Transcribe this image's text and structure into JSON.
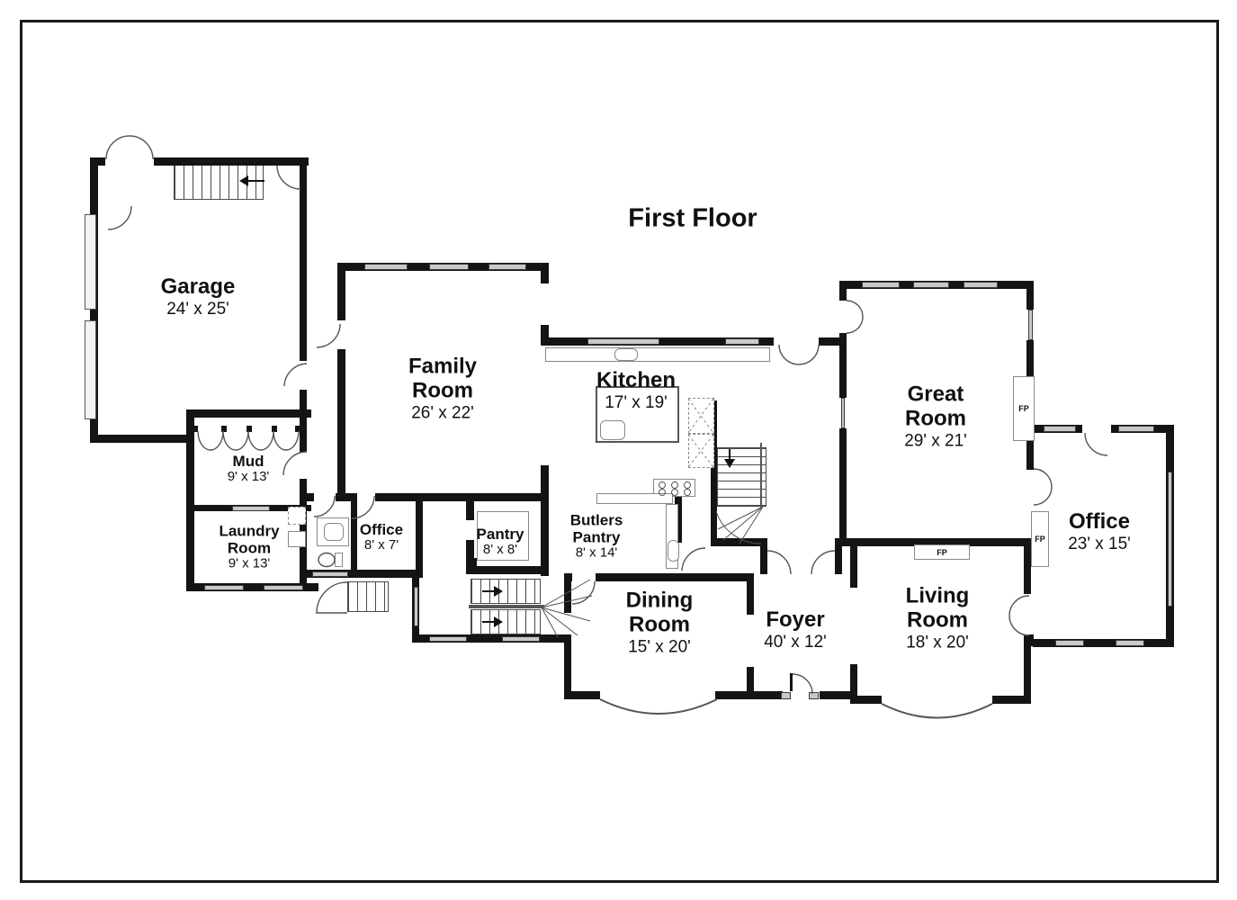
{
  "title": "First Floor",
  "fireplace_label": "FP",
  "rooms": {
    "garage": {
      "name": "Garage",
      "dims": "24' x 25'"
    },
    "family_room": {
      "line1": "Family",
      "line2": "Room",
      "dims": "26' x 22'"
    },
    "kitchen": {
      "name": "Kitchen",
      "dims": "17' x 19'"
    },
    "great_room": {
      "line1": "Great",
      "line2": "Room",
      "dims": "29' x 21'"
    },
    "office_right": {
      "name": "Office",
      "dims": "23' x 15'"
    },
    "mud_room": {
      "name": "Mud",
      "dims": "9' x 13'"
    },
    "laundry_room": {
      "line1": "Laundry",
      "line2": "Room",
      "dims": "9' x 13'"
    },
    "office_small": {
      "name": "Office",
      "dims": "8' x 7'"
    },
    "pantry": {
      "name": "Pantry",
      "dims": "8' x 8'"
    },
    "butlers_pantry": {
      "line1": "Butlers",
      "line2": "Pantry",
      "dims": "8' x 14'"
    },
    "dining_room": {
      "line1": "Dining",
      "line2": "Room",
      "dims": "15' x 20'"
    },
    "foyer": {
      "name": "Foyer",
      "dims": "40' x 12'"
    },
    "living_room": {
      "line1": "Living",
      "line2": "Room",
      "dims": "18' x 20'"
    }
  }
}
